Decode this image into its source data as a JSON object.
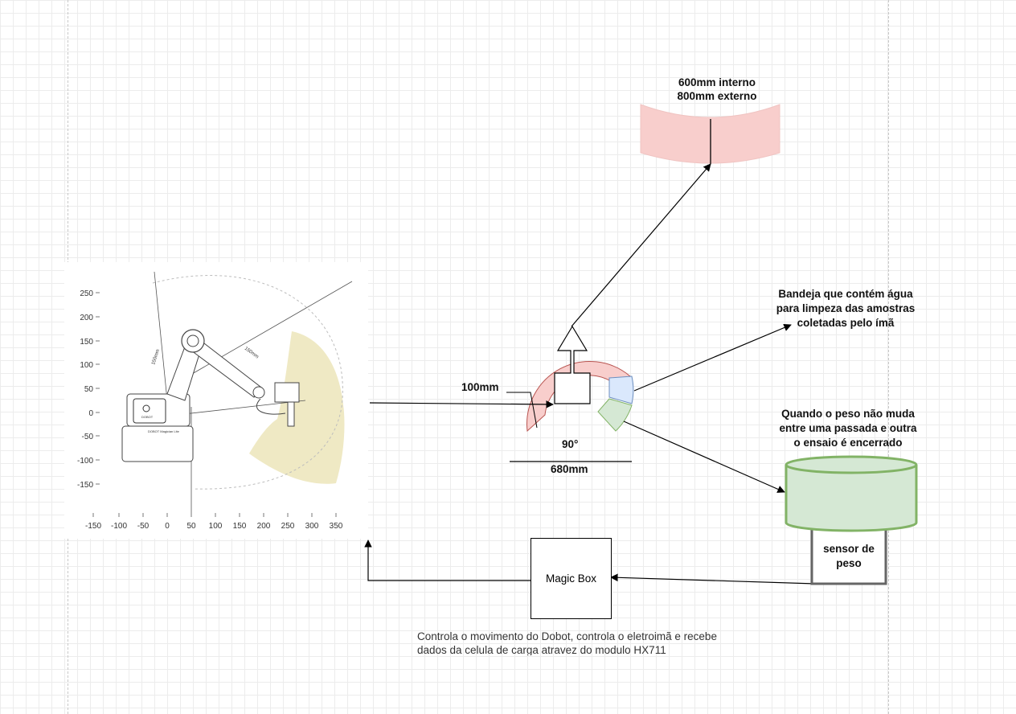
{
  "labels": {
    "bin_sizes_line1": "600mm interno",
    "bin_sizes_line2": "800mm externo",
    "tray_line1": "Bandeja que contém água",
    "tray_line2": "para limpeza das amostras",
    "tray_line3": "coletadas pelo ímã",
    "stop_line1": "Quando o  peso não muda",
    "stop_line2": "entre uma passada e outra",
    "stop_line3": "o ensaio é encerrado",
    "sensor_line1": "sensor de",
    "sensor_line2": "peso",
    "ring_width": "100mm",
    "angle": "90°",
    "diameter": "680mm",
    "magic_box": "Magic Box",
    "caption_line1": "Controla o movimento do Dobot, controla o eletroimã e recebe",
    "caption_line2": "dados da celula de carga atravez do modulo HX711"
  },
  "robot_diagram": {
    "y_ticks": [
      "250",
      "200",
      "150",
      "100",
      "50",
      "0",
      "-50",
      "-100",
      "-150"
    ],
    "x_ticks": [
      "-150",
      "-100",
      "-50",
      "0",
      "50",
      "100",
      "150",
      "200",
      "250",
      "300",
      "350"
    ],
    "dimension_labels": [
      "150mm",
      "150mm"
    ],
    "model_text": "DOBOT Magician Lite",
    "brand_text": "DOBOT"
  },
  "colors": {
    "pink_fill": "#f8cecc",
    "pink_stroke": "#b85450",
    "blue_fill": "#dae8fc",
    "blue_stroke": "#6c8ebf",
    "green_fill": "#d5e8d4",
    "green_stroke": "#82b366",
    "workspace_fill": "#efe9c4"
  }
}
